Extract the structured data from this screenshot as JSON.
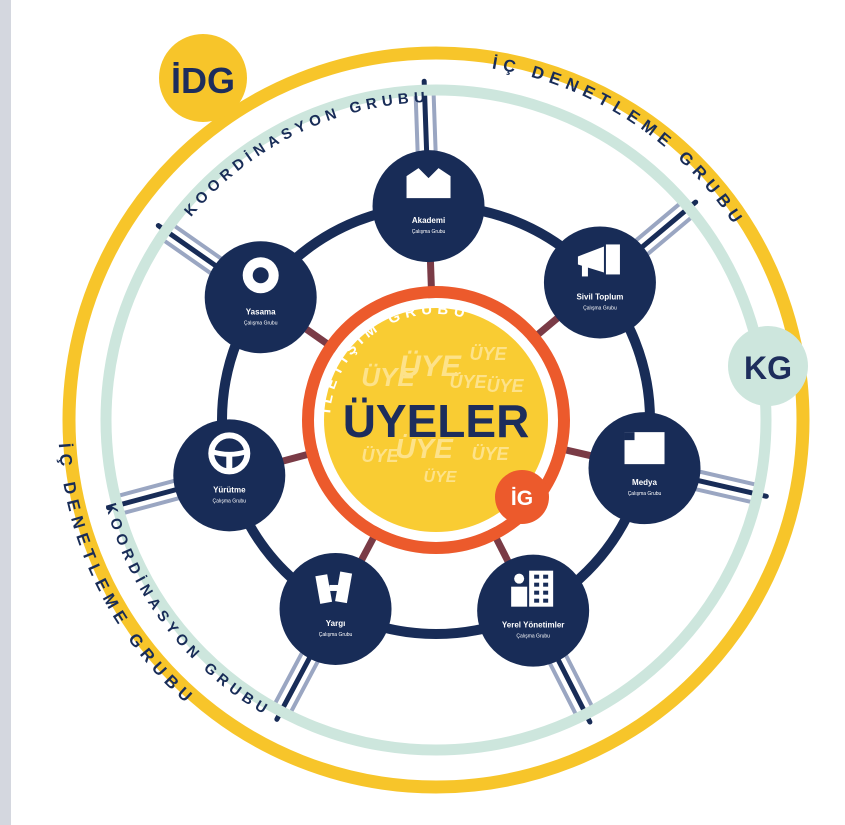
{
  "colors": {
    "yellow": "#f7c52a",
    "mint": "#cde6dd",
    "navy": "#182c57",
    "orange": "#ec5a2c",
    "center_fill": "#f9cc33",
    "center_text": "#1d2d5c",
    "white": "#ffffff"
  },
  "badges": {
    "idg": "İDG",
    "kg": "KG",
    "ig": "İG"
  },
  "center": {
    "title": "ÜYELER",
    "watermark": [
      "ÜYE",
      "ÜYE",
      "ÜYE",
      "ÜYE",
      "ÜYE",
      "ÜYE",
      "ÜYE",
      "ÜYE",
      "ÜYE"
    ]
  },
  "ring_labels": {
    "outer_top": "İÇ DENETLEME GRUBU",
    "outer_bottom": "İÇ DENETLEME GRUBU",
    "middle_top": "KOORDİNASYON GRUBU",
    "middle_bottom": "KOORDİNASYON GRUBU",
    "inner": "İLETİŞİM GRUBU"
  },
  "nodes": [
    {
      "id": "akademi",
      "icon": "building-icon",
      "title": "Akademi",
      "subtitle": "Çalışma Grubu"
    },
    {
      "id": "sivil-toplum",
      "icon": "megaphone-icon",
      "title": "Sivil Toplum",
      "subtitle": "Çalışma Grubu"
    },
    {
      "id": "medya",
      "icon": "newspaper-icon",
      "title": "Medya",
      "subtitle": "Çalışma Grubu"
    },
    {
      "id": "yerel-yonetimler",
      "icon": "city-icon",
      "title": "Yerel Yönetimler",
      "subtitle": "Çalışma Grubu"
    },
    {
      "id": "yargi",
      "icon": "gavel-icon",
      "title": "Yargı",
      "subtitle": "Çalışma Grubu"
    },
    {
      "id": "yurutme",
      "icon": "steering-wheel-icon",
      "title": "Yürütme",
      "subtitle": "Çalışma Grubu"
    },
    {
      "id": "yasama",
      "icon": "parliament-icon",
      "title": "Yasama",
      "subtitle": "Çalışma Grubu"
    }
  ]
}
